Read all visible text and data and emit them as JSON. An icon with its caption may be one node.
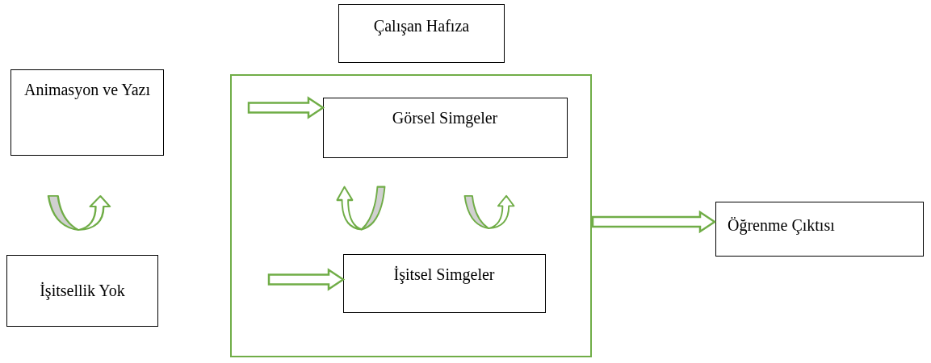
{
  "diagram": {
    "nodes": [
      {
        "text": [
          "Çalışan Hafıza"
        ]
      },
      {
        "text": [
          "Animasyon ve Yazı"
        ]
      },
      {
        "text": [],
        "shape": "box"
      },
      {
        "text": [
          "Görsel Simgeler"
        ],
        "in": 2
      },
      {
        "text": [
          "İşitsel Simgeler"
        ],
        "in": 2
      },
      {
        "text": [
          "İşitsellik Yok"
        ]
      },
      {
        "text": [
          "Öğrenme Çıktısı"
        ]
      }
    ],
    "edges": [
      {
        "from": null,
        "to": 3,
        "arrow": "to"
      },
      {
        "from": null,
        "to": 4,
        "arrow": "to"
      },
      {
        "from": 2,
        "to": 6,
        "arrow": "to"
      }
    ]
  }
}
